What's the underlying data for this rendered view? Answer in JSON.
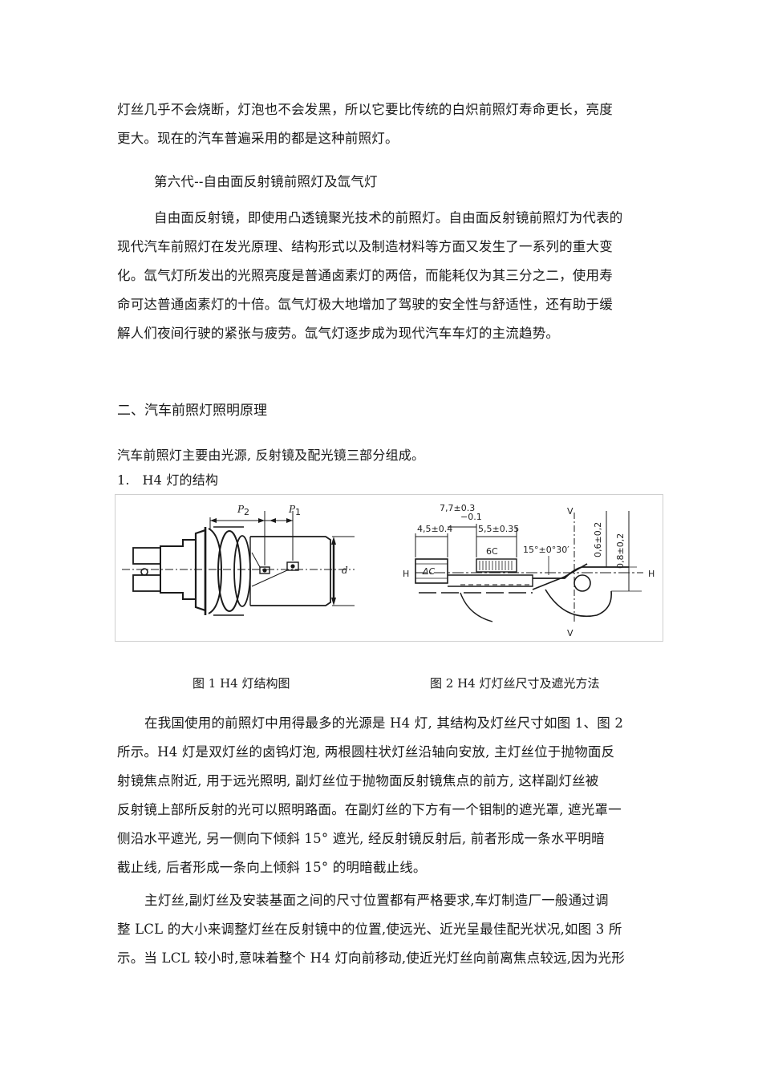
{
  "para1": {
    "lines": [
      "灯丝几乎不会烧断，灯泡也不会发黑，所以它要比传统的白炽前照灯寿命更长，亮度",
      "更大。现在的汽车普遍采用的都是这种前照灯。"
    ]
  },
  "gen6_title": "第六代--自由面反射镜前照灯及氙气灯",
  "para2": {
    "lines": [
      "自由面反射镜，即使用凸透镜聚光技术的前照灯。自由面反射镜前照灯为代表的",
      "现代汽车前照灯在发光原理、结构形式以及制造材料等方面又发生了一系列的重大变",
      "化。氙气灯所发出的光照亮度是普通卤素灯的两倍，而能耗仅为其三分之二，使用寿",
      "命可达普通卤素灯的十倍。氙气灯极大地增加了驾驶的安全性与舒适性，还有助于缓",
      "解人们夜间行驶的紧张与疲劳。氙气灯逐步成为现代汽车车灯的主流趋势。"
    ]
  },
  "section2_title": "二、汽车前照灯照明原理",
  "intro": "汽车前照灯主要由光源, 反射镜及配光镜三部分组成。",
  "item1": "1.   H4 灯的结构",
  "figure1": {
    "labels": {
      "p2": "P",
      "p2_sub": "2",
      "p1": "P",
      "p1_sub": "1",
      "d": "d"
    }
  },
  "figure2": {
    "labels": {
      "dim_top": "7,7±0.3",
      "dim_top2": "−0.1",
      "dim_left": "4,5±0.4",
      "dim_mid": "5,5±0.35",
      "v_top": "V",
      "v_bottom": "V",
      "dim_right1": "0,6±0,2",
      "dim_right2": "0,8±0,2",
      "angle": "15°±0°30′",
      "h_left": "H",
      "h_right": "H",
      "ac": "ΔC",
      "sixc": "6C"
    }
  },
  "captions": {
    "fig1": "图 1   H4 灯结构图",
    "fig2": "图 2   H4 灯灯丝尺寸及遮光方法"
  },
  "para3": {
    "lines": [
      "在我国使用的前照灯中用得最多的光源是 H4 灯, 其结构及灯丝尺寸如图 1、图 2",
      "所示。H4 灯是双灯丝的卤钨灯泡, 两根圆柱状灯丝沿轴向安放, 主灯丝位于抛物面反",
      "射镜焦点附近, 用于远光照明, 副灯丝位于抛物面反射镜焦点的前方, 这样副灯丝被",
      "反射镜上部所反射的光可以照明路面。在副灯丝的下方有一个钼制的遮光罩, 遮光罩一",
      "侧沿水平遮光, 另一侧向下倾斜 15° 遮光, 经反射镜反射后, 前者形成一条水平明暗",
      "截止线, 后者形成一条向上倾斜 15° 的明暗截止线。"
    ]
  },
  "para4": {
    "lines": [
      "主灯丝,副灯丝及安装基面之间的尺寸位置都有严格要求,车灯制造厂一般通过调",
      "整 LCL 的大小来调整灯丝在反射镜中的位置,使远光、近光呈最佳配光状况,如图 3 所",
      "示。当 LCL 较小时,意味着整个 H4 灯向前移动,使近光灯丝向前离焦点较远,因为光形"
    ]
  }
}
